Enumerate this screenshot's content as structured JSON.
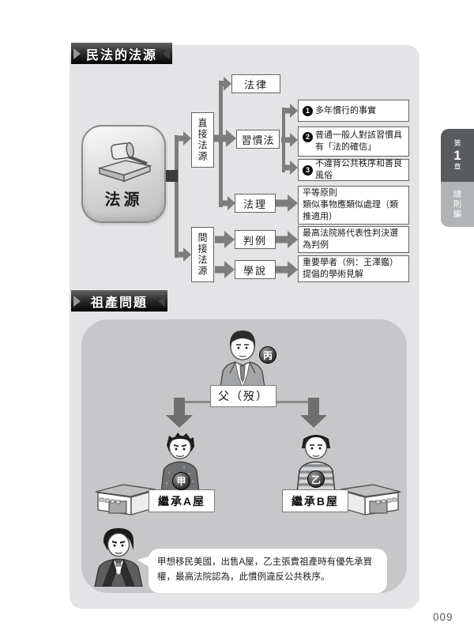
{
  "page": {
    "number": "009"
  },
  "side_tab": {
    "chapter_prefix": "第",
    "chapter_number": "1",
    "chapter_suffix": "章",
    "volume": "總則編"
  },
  "law_sources": {
    "header": "民法的法源",
    "root_label": "法源",
    "direct_label": "直接法源",
    "indirect_label": "間接法源",
    "law_label": "法律",
    "custom_label": "習慣法",
    "custom_items": [
      {
        "num": "1",
        "text": "多年慣行的事實"
      },
      {
        "num": "2",
        "text": "普通一般人對該習慣具有「法的確信」"
      },
      {
        "num": "3",
        "text": "不違背公共秩序和善良風俗"
      }
    ],
    "principle_label": "法理",
    "principle_desc": "平等原則\n類似事物應類似處理（類推適用）",
    "precedent_label": "判例",
    "precedent_desc": "最高法院將代表性判決選為判例",
    "doctrine_label": "學說",
    "doctrine_desc": "重要學者（例：王澤鑑）提倡的學術見解"
  },
  "estate_case": {
    "header": "祖產問題",
    "father_badge": "丙",
    "father_label": "父（歿）",
    "son_a_badge": "甲",
    "son_b_badge": "乙",
    "inherit_a_label": "繼承A屋",
    "inherit_b_label": "繼承B屋",
    "narration": "甲想移民美國，出售A屋，乙主張賣祖產時有優先承買權，最高法院認為，此慣例違反公共秩序。"
  }
}
